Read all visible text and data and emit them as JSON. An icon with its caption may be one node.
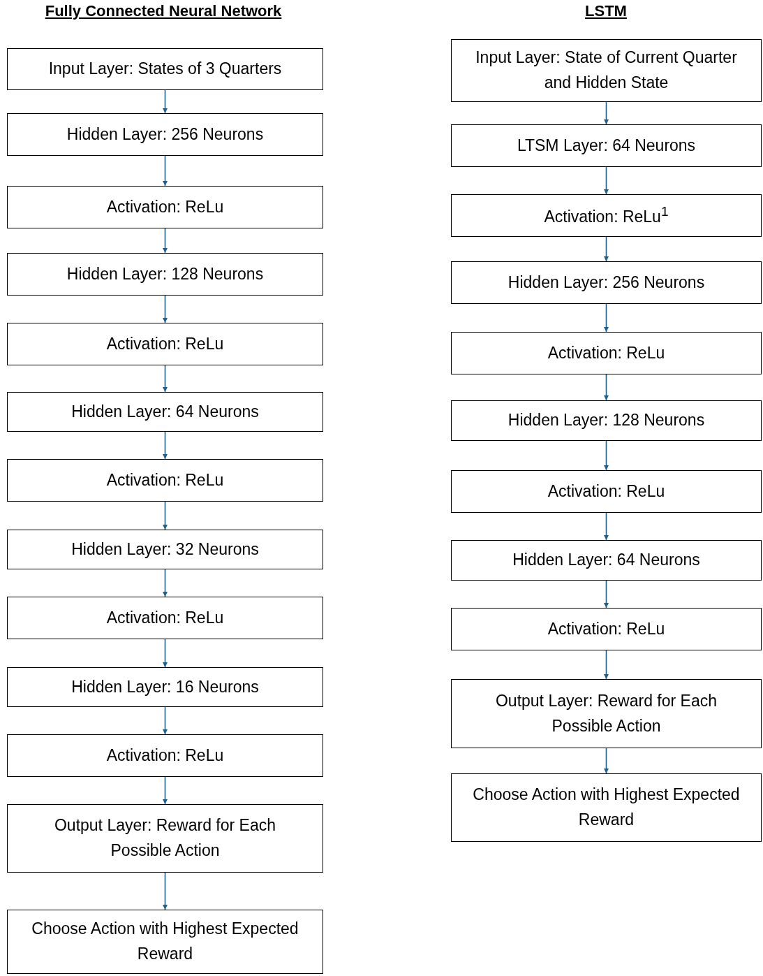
{
  "diagram": {
    "nodes": [
      {
        "text": [
          "Input Layer: States of 3 Quarters"
        ]
      },
      {
        "text": [
          "Hidden Layer: 256 Neurons"
        ]
      },
      {
        "text": [
          "Activation: ReLu"
        ]
      },
      {
        "text": [
          "Hidden Layer: 128 Neurons"
        ]
      },
      {
        "text": [
          "Activation: ReLu"
        ]
      },
      {
        "text": [
          "Hidden Layer: 64 Neurons"
        ]
      },
      {
        "text": [
          "Activation: ReLu"
        ]
      },
      {
        "text": [
          "Hidden Layer: 32 Neurons"
        ]
      },
      {
        "text": [
          "Activation: ReLu"
        ]
      },
      {
        "text": [
          "Hidden Layer: 16 Neurons"
        ]
      },
      {
        "text": [
          "Activation: ReLu"
        ]
      },
      {
        "text": [
          "Output Layer: Reward for Each Possible Action"
        ]
      },
      {
        "text": [
          "Choose Action with Highest Expected Reward"
        ]
      },
      {
        "text": [
          "Input Layer: State of Current Quarter and Hidden State"
        ]
      },
      {
        "text": [
          "LTSM Layer: 64 Neurons"
        ]
      },
      {
        "text": [
          "Activation: ReLu$^{1}$"
        ]
      },
      {
        "text": [
          "Hidden Layer: 256 Neurons"
        ]
      },
      {
        "text": [
          "Activation: ReLu"
        ]
      },
      {
        "text": [
          "Hidden Layer: 128 Neurons"
        ]
      },
      {
        "text": [
          "Activation: ReLu"
        ]
      },
      {
        "text": [
          "Hidden Layer: 64 Neurons"
        ]
      },
      {
        "text": [
          "Activation: ReLu"
        ]
      },
      {
        "text": [
          "Output Layer: Reward for Each Possible Action"
        ]
      },
      {
        "text": [
          "Choose Action with Highest Expected Reward"
        ]
      }
    ],
    "edges": [
      {
        "from": 0,
        "to": 1,
        "arrow": "to"
      },
      {
        "from": 1,
        "to": 2,
        "arrow": "to"
      },
      {
        "from": 2,
        "to": 3,
        "arrow": "to"
      },
      {
        "from": 3,
        "to": 4,
        "arrow": "to"
      },
      {
        "from": 4,
        "to": 5,
        "arrow": "to"
      },
      {
        "from": 5,
        "to": 6,
        "arrow": "to"
      },
      {
        "from": 6,
        "to": 7,
        "arrow": "to"
      },
      {
        "from": 7,
        "to": 8,
        "arrow": "to"
      },
      {
        "from": 8,
        "to": 9,
        "arrow": "to"
      },
      {
        "from": 9,
        "to": 10,
        "arrow": "to"
      },
      {
        "from": 10,
        "to": 11,
        "arrow": "to"
      },
      {
        "from": 11,
        "to": 12,
        "arrow": "to"
      },
      {
        "from": 13,
        "to": 14,
        "arrow": "to"
      },
      {
        "from": 14,
        "to": 15,
        "arrow": "to"
      },
      {
        "from": 15,
        "to": 16,
        "arrow": "to"
      },
      {
        "from": 16,
        "to": 17,
        "arrow": "to"
      },
      {
        "from": 17,
        "to": 18,
        "arrow": "to"
      },
      {
        "from": 18,
        "to": 19,
        "arrow": "to"
      },
      {
        "from": 19,
        "to": 20,
        "arrow": "to"
      },
      {
        "from": 20,
        "to": 21,
        "arrow": "to"
      },
      {
        "from": 21,
        "to": 22,
        "arrow": "to"
      },
      {
        "from": 22,
        "to": 23,
        "arrow": "to"
      }
    ],
    "labels": [
      "Fully Connected Neural Network",
      "LSTM"
    ]
  }
}
